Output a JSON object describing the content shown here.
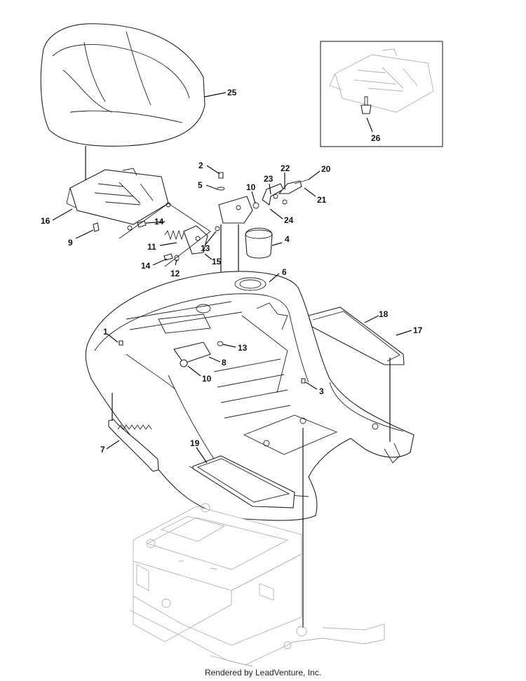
{
  "diagram": {
    "callouts": [
      {
        "id": "1",
        "label": "1"
      },
      {
        "id": "2",
        "label": "2"
      },
      {
        "id": "3",
        "label": "3"
      },
      {
        "id": "4",
        "label": "4"
      },
      {
        "id": "5",
        "label": "5"
      },
      {
        "id": "6",
        "label": "6"
      },
      {
        "id": "7",
        "label": "7"
      },
      {
        "id": "8",
        "label": "8"
      },
      {
        "id": "9",
        "label": "9"
      },
      {
        "id": "10a",
        "label": "10"
      },
      {
        "id": "10b",
        "label": "10"
      },
      {
        "id": "11",
        "label": "11"
      },
      {
        "id": "12",
        "label": "12"
      },
      {
        "id": "13a",
        "label": "13"
      },
      {
        "id": "13b",
        "label": "13"
      },
      {
        "id": "14a",
        "label": "14"
      },
      {
        "id": "14b",
        "label": "14"
      },
      {
        "id": "15",
        "label": "15"
      },
      {
        "id": "16",
        "label": "16"
      },
      {
        "id": "17",
        "label": "17"
      },
      {
        "id": "18",
        "label": "18"
      },
      {
        "id": "19",
        "label": "19"
      },
      {
        "id": "20",
        "label": "20"
      },
      {
        "id": "21",
        "label": "21"
      },
      {
        "id": "22",
        "label": "22"
      },
      {
        "id": "23",
        "label": "23"
      },
      {
        "id": "24",
        "label": "24"
      },
      {
        "id": "25",
        "label": "25"
      },
      {
        "id": "26",
        "label": "26"
      }
    ],
    "footer_text": "Rendered by LeadVenture, Inc."
  }
}
